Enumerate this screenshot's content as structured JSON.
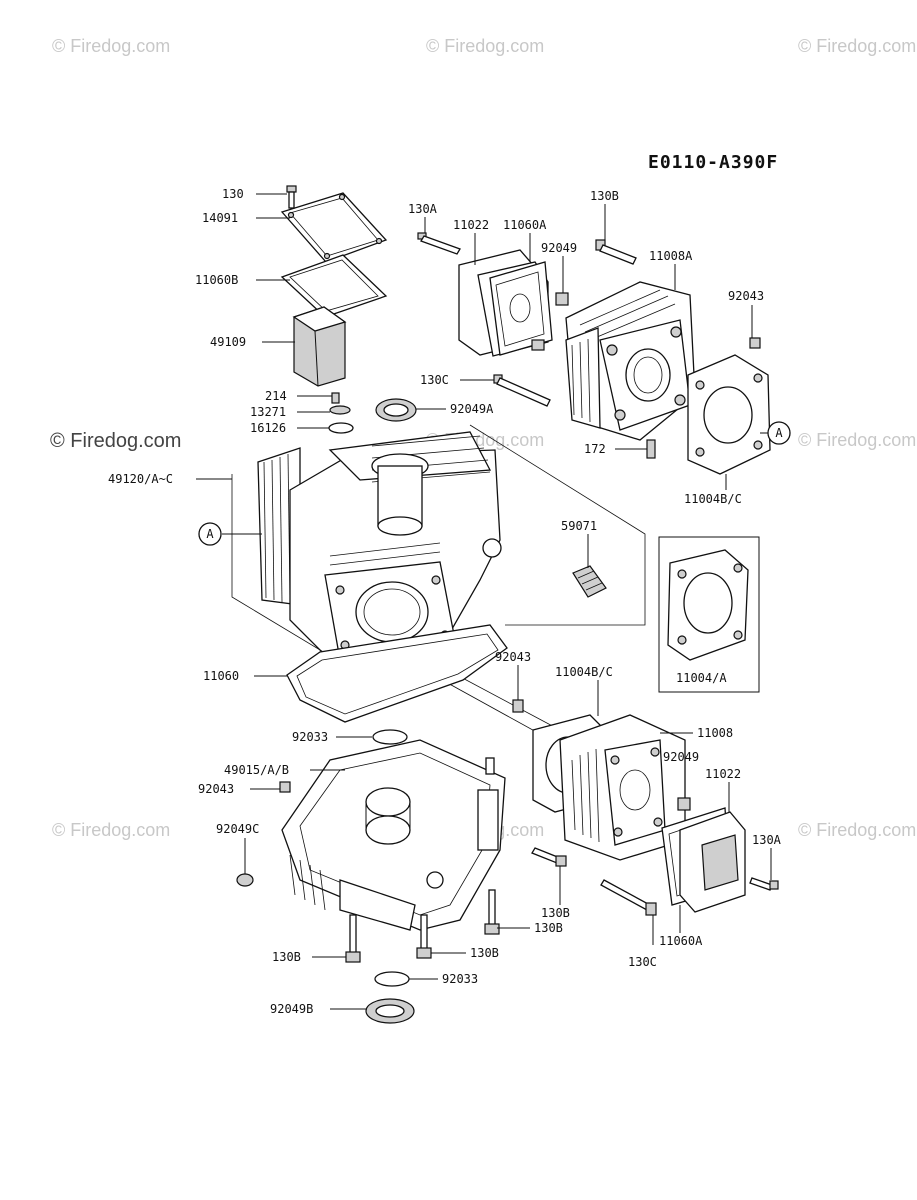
{
  "watermarks": {
    "top_left": "© Firedog.com",
    "top_center": "© Firedog.com",
    "top_right": "© Firedog.com",
    "mid_left": "© Firedog.com",
    "mid_center": "© Firedog.com",
    "mid_right": "© Firedog.com",
    "low_left": "© Firedog.com",
    "low_center": "© Firedog.com",
    "low_right": "© Firedog.com"
  },
  "diagram_ref": "E0110-A390F",
  "callouts": {
    "a_left": "A",
    "a_right": "A"
  },
  "parts": [
    {
      "id": "p130_top",
      "label": "130"
    },
    {
      "id": "p14091",
      "label": "14091"
    },
    {
      "id": "p11060B",
      "label": "11060B"
    },
    {
      "id": "p49109",
      "label": "49109"
    },
    {
      "id": "p214",
      "label": "214"
    },
    {
      "id": "p13271",
      "label": "13271"
    },
    {
      "id": "p16126",
      "label": "16126"
    },
    {
      "id": "p92049A",
      "label": "92049A"
    },
    {
      "id": "p49120",
      "label": "49120/A~C"
    },
    {
      "id": "p130A_top",
      "label": "130A"
    },
    {
      "id": "p11022_top",
      "label": "11022"
    },
    {
      "id": "p11060A_top",
      "label": "11060A"
    },
    {
      "id": "p130B_top",
      "label": "130B"
    },
    {
      "id": "p92049_top",
      "label": "92049"
    },
    {
      "id": "p11008A",
      "label": "11008A"
    },
    {
      "id": "p92043_top",
      "label": "92043"
    },
    {
      "id": "p130C_top",
      "label": "130C"
    },
    {
      "id": "p172",
      "label": "172"
    },
    {
      "id": "p11004BC_top",
      "label": "11004B/C"
    },
    {
      "id": "p59071",
      "label": "59071"
    },
    {
      "id": "p11004A",
      "label": "11004/A"
    },
    {
      "id": "p11060",
      "label": "11060"
    },
    {
      "id": "p92043_mid",
      "label": "92043"
    },
    {
      "id": "p11004BC_mid",
      "label": "11004B/C"
    },
    {
      "id": "p11008",
      "label": "11008"
    },
    {
      "id": "p92033_top",
      "label": "92033"
    },
    {
      "id": "p49015",
      "label": "49015/A/B"
    },
    {
      "id": "p92043_low",
      "label": "92043"
    },
    {
      "id": "p92049_mid",
      "label": "92049"
    },
    {
      "id": "p11022_low",
      "label": "11022"
    },
    {
      "id": "p92049C",
      "label": "92049C"
    },
    {
      "id": "p130A_low",
      "label": "130A"
    },
    {
      "id": "p130B_mid",
      "label": "130B"
    },
    {
      "id": "p130B_low1",
      "label": "130B"
    },
    {
      "id": "p130B_low2",
      "label": "130B"
    },
    {
      "id": "p130B_low3",
      "label": "130B"
    },
    {
      "id": "p11060A_low",
      "label": "11060A"
    },
    {
      "id": "p130C_low",
      "label": "130C"
    },
    {
      "id": "p92033_low",
      "label": "92033"
    },
    {
      "id": "p92049B",
      "label": "92049B"
    }
  ]
}
